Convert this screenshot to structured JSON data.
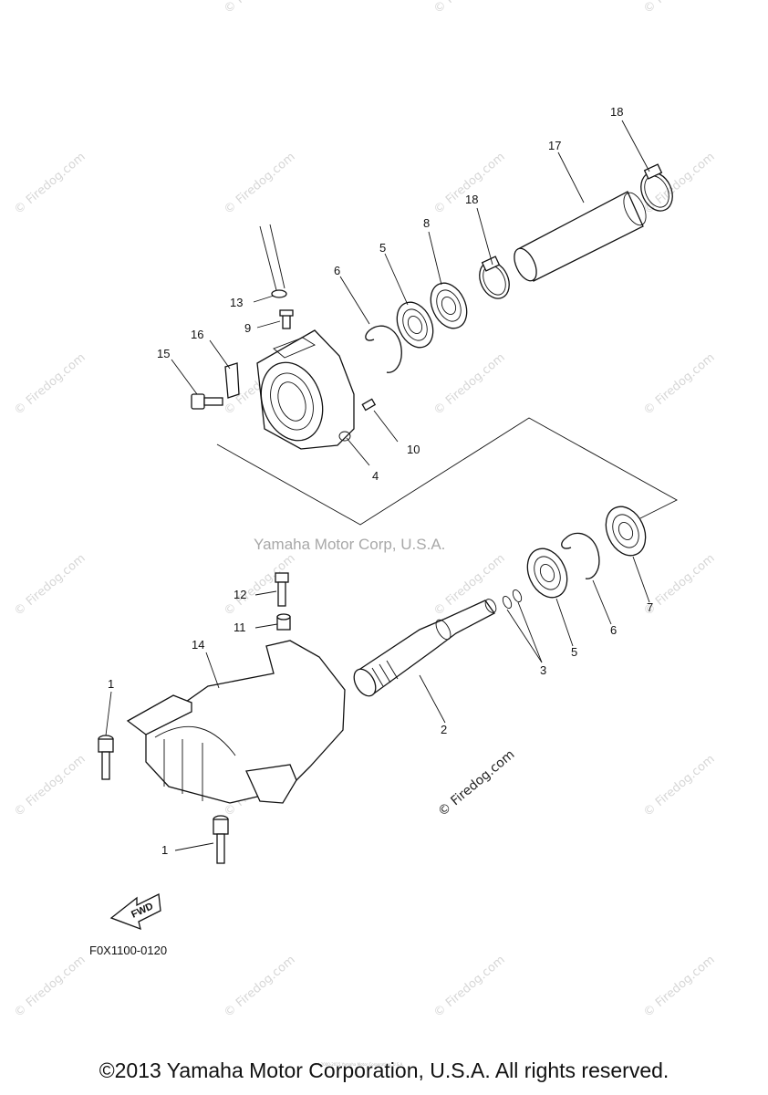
{
  "watermarks": {
    "site": "© Firedog.com",
    "center": "Yamaha Motor Corp, U.S.A.",
    "diagonal": "© Firedog.com",
    "tiny": "(c) 2000-2015 Yamaha Motor Corporation, U.S.A."
  },
  "parts": [
    {
      "id": "p18a",
      "label": "18"
    },
    {
      "id": "p17",
      "label": "17"
    },
    {
      "id": "p18b",
      "label": "18"
    },
    {
      "id": "p8",
      "label": "8"
    },
    {
      "id": "p5a",
      "label": "5"
    },
    {
      "id": "p6a",
      "label": "6"
    },
    {
      "id": "p13",
      "label": "13"
    },
    {
      "id": "p9",
      "label": "9"
    },
    {
      "id": "p16",
      "label": "16"
    },
    {
      "id": "p15",
      "label": "15"
    },
    {
      "id": "p10",
      "label": "10"
    },
    {
      "id": "p4",
      "label": "4"
    },
    {
      "id": "p12",
      "label": "12"
    },
    {
      "id": "p11",
      "label": "11"
    },
    {
      "id": "p14",
      "label": "14"
    },
    {
      "id": "p1a",
      "label": "1"
    },
    {
      "id": "p1b",
      "label": "1"
    },
    {
      "id": "p2",
      "label": "2"
    },
    {
      "id": "p3",
      "label": "3"
    },
    {
      "id": "p5b",
      "label": "5"
    },
    {
      "id": "p6b",
      "label": "6"
    },
    {
      "id": "p7",
      "label": "7"
    }
  ],
  "fwd_label": "FWD",
  "drawing_code": "F0X1100-0120",
  "copyright": "©2013 Yamaha Motor Corporation, U.S.A. All rights reserved."
}
